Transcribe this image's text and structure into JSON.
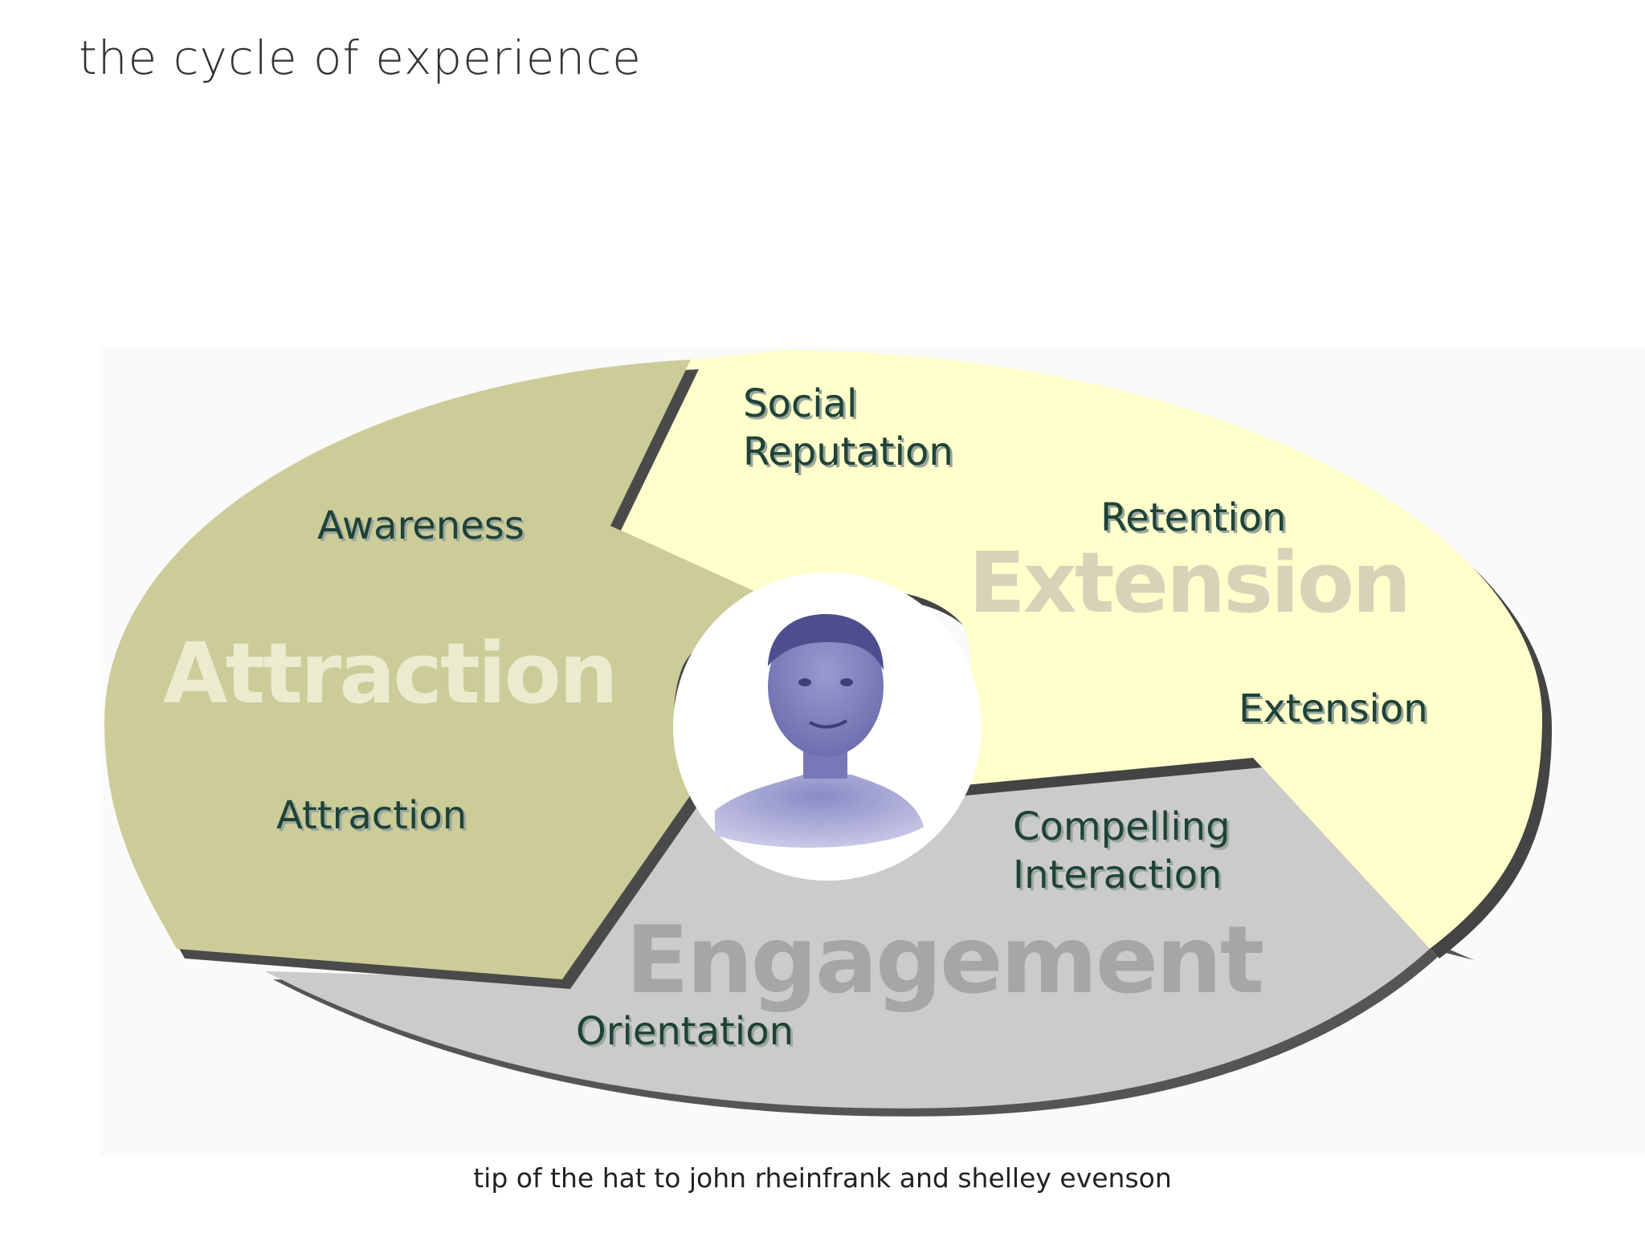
{
  "title": "the cycle of experience",
  "footer": "tip of the hat to john rheinfrank and shelley evenson",
  "phases": {
    "attraction": {
      "label": "Attraction",
      "color": "#cccc99"
    },
    "extension": {
      "label": "Extension",
      "color": "#ffffcc"
    },
    "engagement": {
      "label": "Engagement",
      "color": "#cbcbcb"
    }
  },
  "stages": {
    "awareness": "Awareness",
    "attraction": "Attraction",
    "orientation": "Orientation",
    "compelling_1": "Compelling",
    "compelling_2": "Interaction",
    "extension": "Extension",
    "retention": "Retention",
    "social_1": "Social",
    "social_2": "Reputation"
  },
  "center": {
    "icon": "person-portrait-icon",
    "tint": "#8888c4"
  },
  "colors": {
    "label_text": "#1f4238",
    "shadow": "#555555"
  }
}
